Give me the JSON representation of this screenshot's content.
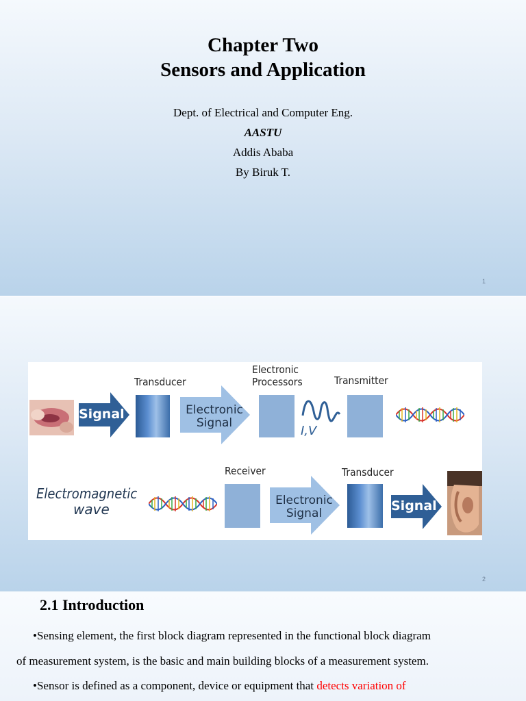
{
  "slide1": {
    "title_line1": "Chapter Two",
    "title_line2": "Sensors and Application",
    "dept": "Dept. of Electrical and Computer Eng.",
    "university": "AASTU",
    "city": "Addis Ababa",
    "author": "By  Biruk T.",
    "page_number": "1"
  },
  "slide2": {
    "page_number": "2",
    "diagram": {
      "row1": {
        "input_arrow": "Signal",
        "transducer_label": "Transducer",
        "electronic_signal_line1": "Electronic",
        "electronic_signal_line2": "Signal",
        "processors_label_line1": "Electronic",
        "processors_label_line2": "Processors",
        "iv_label": "I,V",
        "transmitter_label": "Transmitter"
      },
      "row2": {
        "em_wave_line1": "Electromagnetic",
        "em_wave_line2": "wave",
        "receiver_label": "Receiver",
        "electronic_signal_line1": "Electronic",
        "electronic_signal_line2": "Signal",
        "transducer_label": "Transducer",
        "output_arrow": "Signal"
      },
      "colors": {
        "box": "#8fb1d8",
        "dark_arrow": "#2f5f96",
        "light_arrow": "#9fc0e4",
        "wave_red": "#d8342b",
        "wave_blue": "#2a5fc2",
        "wave_green": "#39a845",
        "wave_yellow": "#e3b51f"
      }
    }
  },
  "slide3": {
    "section_title": "2.1 Introduction",
    "para1_line1": "•Sensing element, the first block diagram represented in the functional block diagram",
    "para1_line2": "of measurement system, is the basic and main building blocks of a measurement system.",
    "para2_prefix": "•Sensor is defined as a component, device or equipment that ",
    "para2_highlight": "detects variation of"
  }
}
